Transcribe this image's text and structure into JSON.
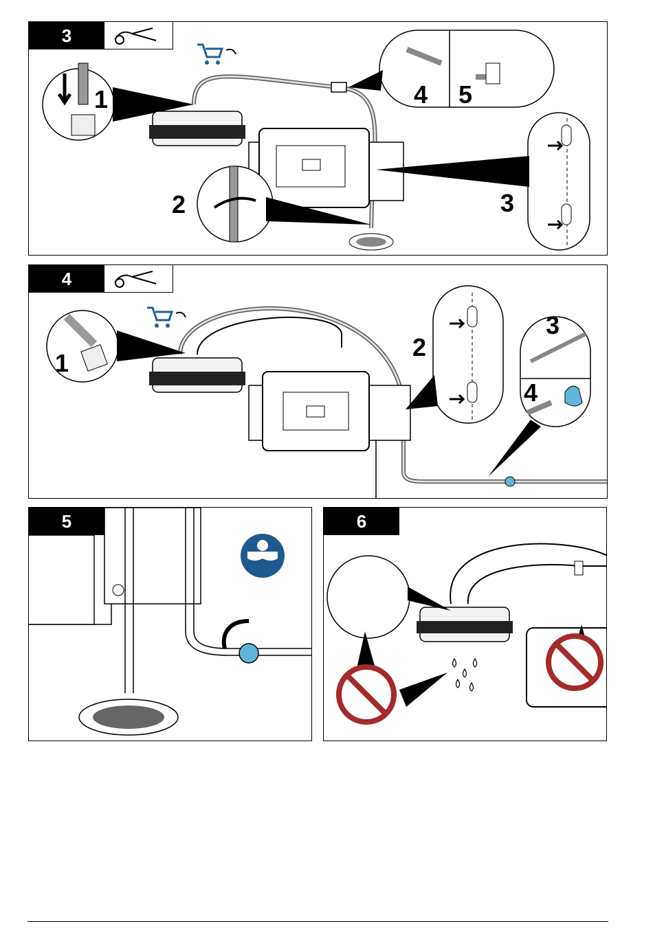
{
  "panels": [
    {
      "step": "3",
      "callouts": [
        "1",
        "2",
        "3",
        "4",
        "5"
      ]
    },
    {
      "step": "4",
      "callouts": [
        "1",
        "2",
        "3",
        "4"
      ]
    },
    {
      "step": "5",
      "callouts": []
    },
    {
      "step": "6",
      "callouts": []
    }
  ],
  "icons": {
    "tool": "tube-cutter-icon",
    "cart": "shopping-cart-icon",
    "safety": "safety-goggles-icon",
    "prohibit": "prohibited-icon"
  },
  "colors": {
    "cart_blue": "#1f5f99",
    "safety_blue": "#1e5a8e",
    "prohibit_red": "#a52a2a",
    "valve_blue": "#5fb6d9"
  }
}
